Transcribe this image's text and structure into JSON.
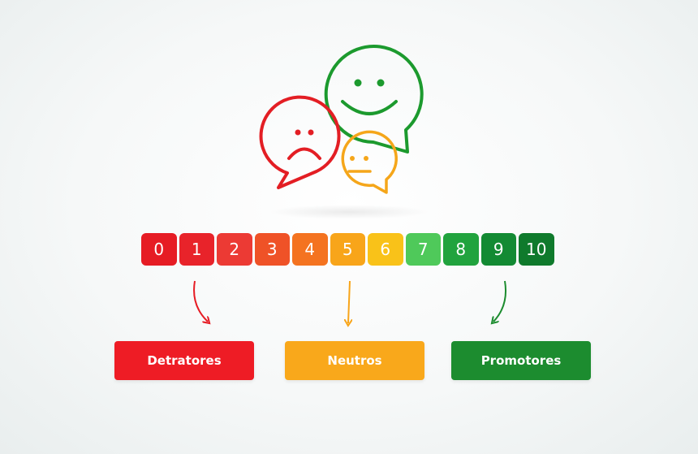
{
  "scale": {
    "scores": [
      {
        "label": "0",
        "color": "#e61c24"
      },
      {
        "label": "1",
        "color": "#e8232a"
      },
      {
        "label": "2",
        "color": "#ec3a34"
      },
      {
        "label": "3",
        "color": "#ef5227"
      },
      {
        "label": "4",
        "color": "#f47320"
      },
      {
        "label": "5",
        "color": "#f8a51a"
      },
      {
        "label": "6",
        "color": "#f9c219"
      },
      {
        "label": "7",
        "color": "#4fc95a"
      },
      {
        "label": "8",
        "color": "#21a33e"
      },
      {
        "label": "9",
        "color": "#138a33"
      },
      {
        "label": "10",
        "color": "#0f7a2c"
      }
    ]
  },
  "categories": {
    "detractors": {
      "label": "Detratores",
      "color": "#ee1c25"
    },
    "neutrals": {
      "label": "Neutros",
      "color": "#f9a81b"
    },
    "promoters": {
      "label": "Promotores",
      "color": "#1c8c2f"
    }
  },
  "faces": {
    "happy": {
      "icon": "happy-face-icon",
      "color": "#1c9a2e"
    },
    "sad": {
      "icon": "sad-face-icon",
      "color": "#e31e24"
    },
    "neutral": {
      "icon": "neutral-face-icon",
      "color": "#f5a61a"
    }
  }
}
